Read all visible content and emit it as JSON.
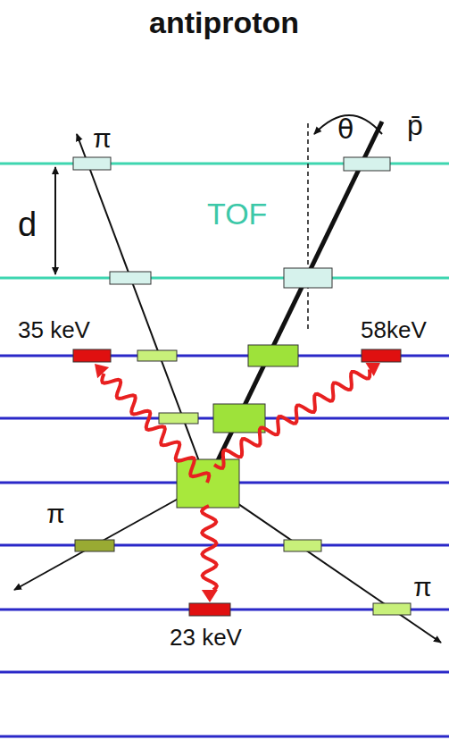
{
  "diagram": {
    "title": "antiproton",
    "labels": [
      "θ",
      "p̄",
      "π",
      "TOF",
      "d",
      "35 keV",
      "58keV",
      "π",
      "23 keV",
      "π"
    ]
  }
}
